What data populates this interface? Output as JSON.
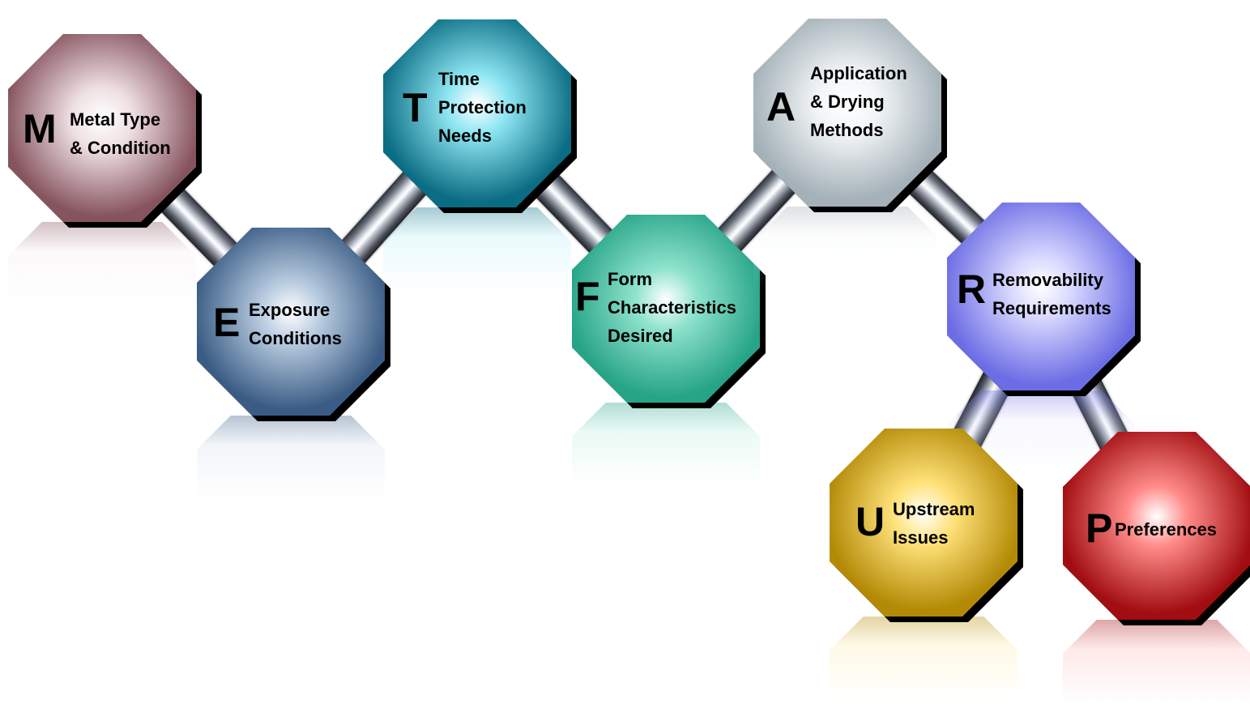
{
  "nodes": [
    {
      "id": "m",
      "letter": "M",
      "text": "Metal Type\n& Condition",
      "color": "#86545f",
      "light": "#efe0e3"
    },
    {
      "id": "e",
      "letter": "E",
      "text": "Exposure\nConditions",
      "color": "#3a5c84",
      "light": "#b8cbe0"
    },
    {
      "id": "t",
      "letter": "T",
      "text": "Time\nProtection\nNeeds",
      "color": "#0b6d83",
      "light": "#8de6f2"
    },
    {
      "id": "f",
      "letter": "F",
      "text": "Form\nCharacteristics\nDesired",
      "color": "#27a487",
      "light": "#8fe3cd"
    },
    {
      "id": "a",
      "letter": "A",
      "text": "Application\n& Drying\nMethods",
      "color": "#a4b1b8",
      "light": "#f2f5f7"
    },
    {
      "id": "r",
      "letter": "R",
      "text": "Removability\nRequirements",
      "color": "#6c6de4",
      "light": "#d8d8ff"
    },
    {
      "id": "u",
      "letter": "U",
      "text": "Upstream\nIssues",
      "color": "#b38a06",
      "light": "#ffe27a"
    },
    {
      "id": "p",
      "letter": "P",
      "text": "Preferences",
      "color": "#a10d10",
      "light": "#ff8a88"
    }
  ],
  "connectors": [
    {
      "from": "m",
      "to": "e"
    },
    {
      "from": "e",
      "to": "t"
    },
    {
      "from": "t",
      "to": "f"
    },
    {
      "from": "f",
      "to": "a"
    },
    {
      "from": "a",
      "to": "r"
    },
    {
      "from": "r",
      "to": "u"
    },
    {
      "from": "r",
      "to": "p"
    }
  ]
}
